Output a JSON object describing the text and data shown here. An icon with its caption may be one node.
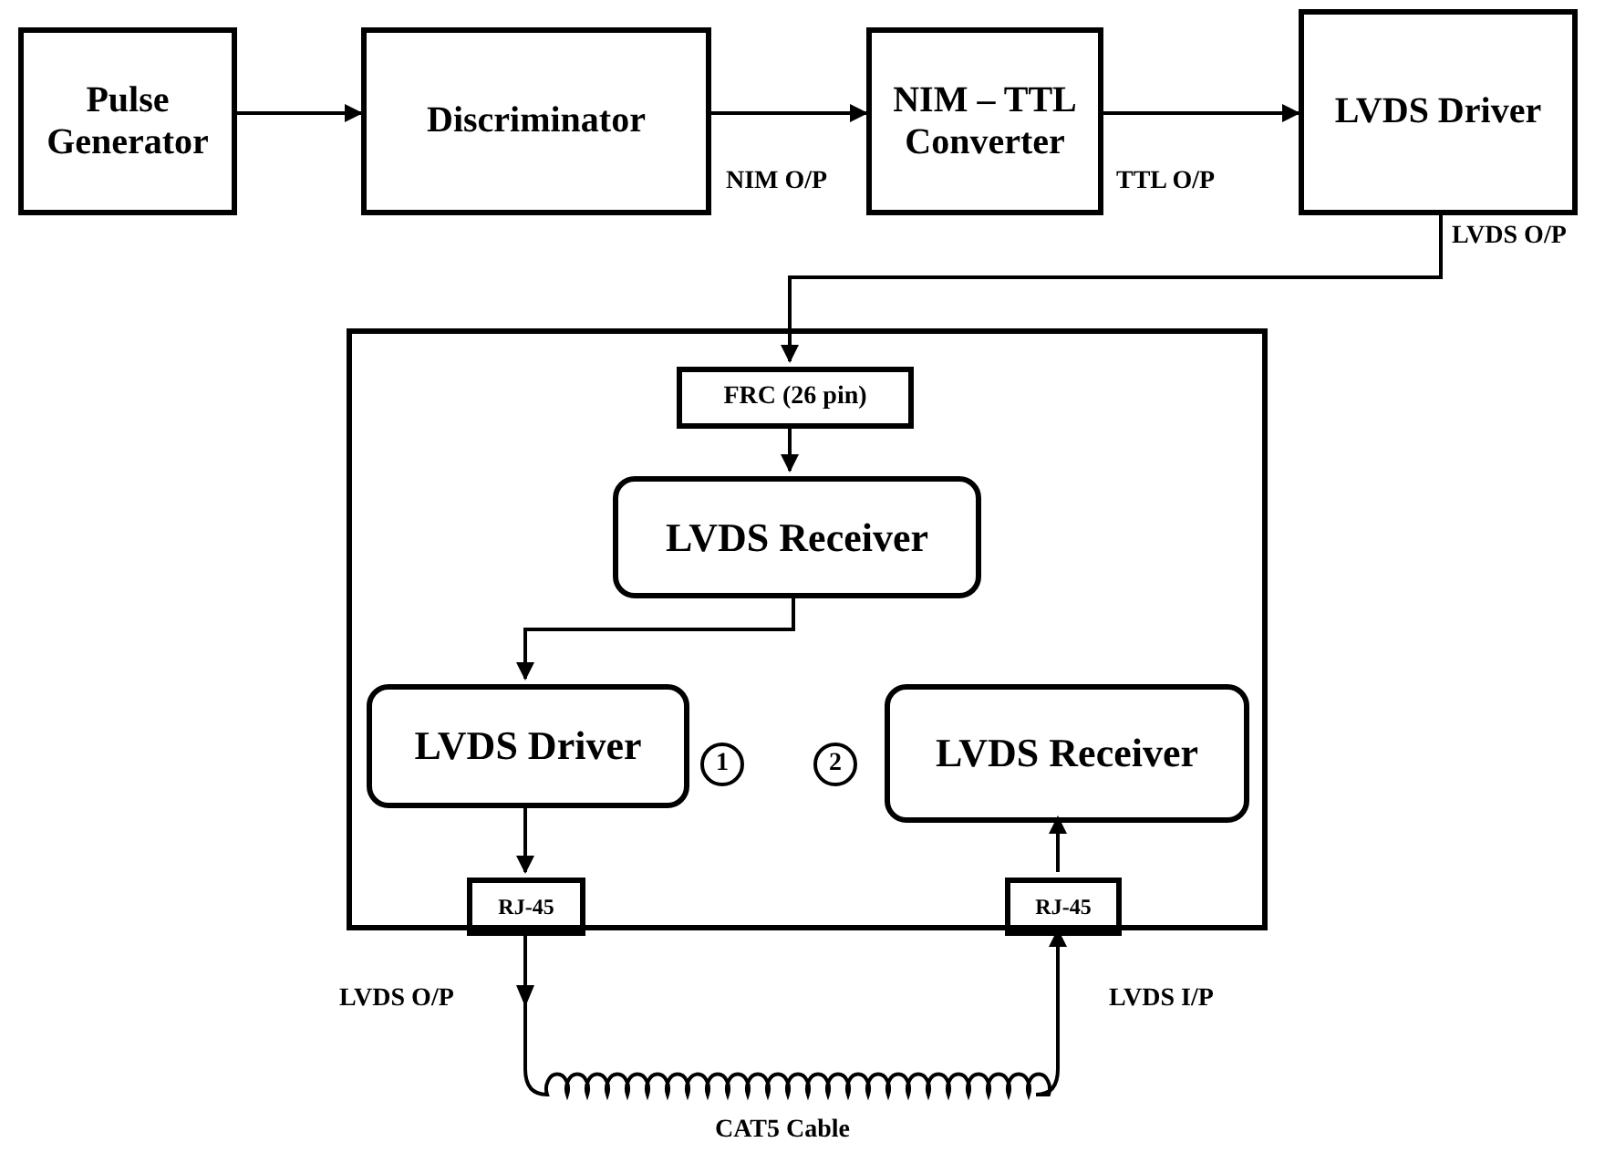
{
  "diagram": {
    "nodes": [
      {
        "text": [
          "Pulse Generator"
        ]
      },
      {
        "text": [
          "Discriminator"
        ]
      },
      {
        "text": [
          "NIM – TTL Converter"
        ]
      },
      {
        "text": [
          "LVDS Driver"
        ]
      },
      {
        "text": [],
        "shape": "box"
      },
      {
        "text": [
          "FRC (26 pin)"
        ],
        "in": 4
      },
      {
        "text": [
          "LVDS Receiver"
        ],
        "in": 4
      },
      {
        "text": [
          "LVDS Driver"
        ],
        "in": 4
      },
      {
        "text": [
          "1"
        ],
        "in": 4
      },
      {
        "text": [
          "2"
        ],
        "in": 4
      },
      {
        "text": [
          "LVDS Receiver"
        ],
        "in": 4
      },
      {
        "text": [
          "RJ-45"
        ],
        "in": 4
      },
      {
        "text": [
          "RJ-45"
        ],
        "in": 4
      }
    ],
    "edges": [
      {
        "from": 0,
        "to": 1,
        "arrow": "to"
      },
      {
        "from": 1,
        "to": 2,
        "arrow": "to",
        "label": "NIM O/P"
      },
      {
        "from": 2,
        "to": 3,
        "arrow": "to",
        "label": "TTL O/P"
      },
      {
        "from": 3,
        "to": 5,
        "arrow": "to",
        "label": "LVDS O/P"
      },
      {
        "from": 5,
        "to": 6,
        "arrow": "to"
      },
      {
        "from": 6,
        "to": 7,
        "arrow": "to"
      },
      {
        "from": 7,
        "to": 11,
        "arrow": "to"
      },
      {
        "from": 12,
        "to": 10,
        "arrow": "to"
      },
      {
        "from": 11,
        "to": 12,
        "arrow": "to"
      }
    ],
    "labels": [
      "LVDS O/P",
      "LVDS I/P",
      "CAT5 Cable"
    ]
  }
}
